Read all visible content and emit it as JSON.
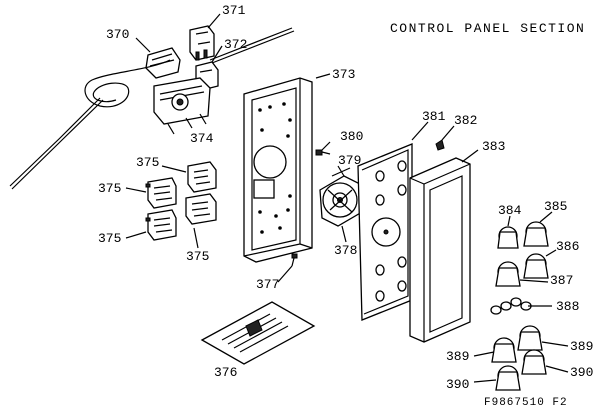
{
  "title": "CONTROL PANEL SECTION",
  "diagram_code": "F9867510 F2",
  "parts": {
    "p370": "370",
    "p371": "371",
    "p372": "372",
    "p373": "373",
    "p374": "374",
    "p375a": "375",
    "p375b": "375",
    "p375c": "375",
    "p375d": "375",
    "p376": "376",
    "p377": "377",
    "p378": "378",
    "p379": "379",
    "p380": "380",
    "p381": "381",
    "p382": "382",
    "p383": "383",
    "p384": "384",
    "p385": "385",
    "p386": "386",
    "p387": "387",
    "p388": "388",
    "p389a": "389",
    "p389b": "389",
    "p390a": "390",
    "p390b": "390"
  }
}
